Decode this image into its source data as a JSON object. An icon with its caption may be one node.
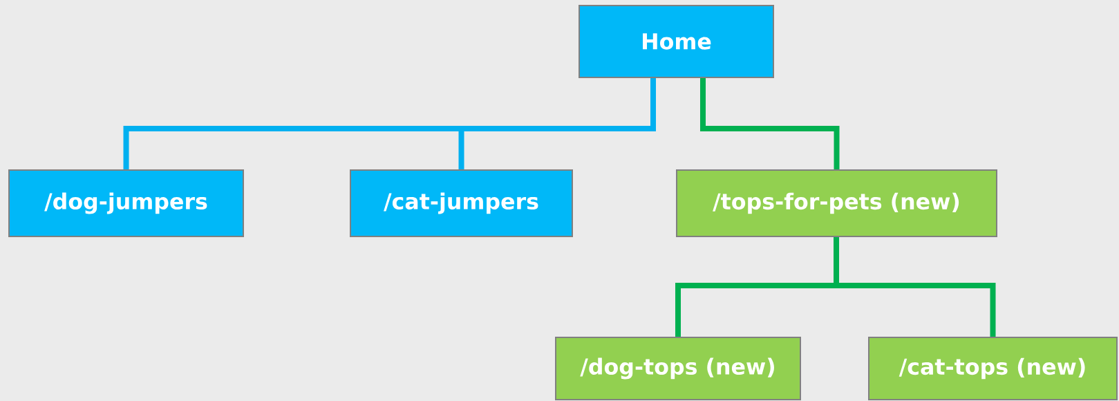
{
  "diagram": {
    "nodes": [
      {
        "text": [
          "Home"
        ]
      },
      {
        "text": [
          "/dog-jumpers"
        ]
      },
      {
        "text": [
          "/cat-jumpers"
        ]
      },
      {
        "text": [
          "/tops-for-pets (new)"
        ]
      },
      {
        "text": [
          "/dog-tops (new)"
        ]
      },
      {
        "text": [
          "/cat-tops (new)"
        ]
      }
    ],
    "edges": [
      {
        "from": 0,
        "to": 1,
        "arrow": "none",
        "color": "#00b0f0"
      },
      {
        "from": 0,
        "to": 2,
        "arrow": "none",
        "color": "#00b0f0"
      },
      {
        "from": 0,
        "to": 3,
        "arrow": "none",
        "color": "#00b050"
      },
      {
        "from": 3,
        "to": 4,
        "arrow": "none",
        "color": "#00b050"
      },
      {
        "from": 3,
        "to": 5,
        "arrow": "none",
        "color": "#00b050"
      }
    ]
  }
}
